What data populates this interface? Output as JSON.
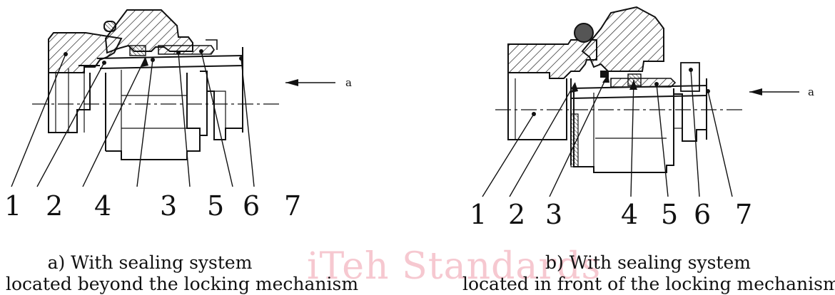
{
  "watermark": "iTeh Standards",
  "figures": [
    {
      "caption_line1": "a)  With sealing system",
      "caption_line2": "located beyond the locking mechanism",
      "arrow_label": "a",
      "callouts": [
        "1",
        "2",
        "4",
        "3",
        "5",
        "6",
        "7"
      ]
    },
    {
      "caption_line1": "b)  With sealing system",
      "caption_line2": "located in front of the locking mechanism",
      "arrow_label": "a",
      "callouts": [
        "1",
        "2",
        "3",
        "4",
        "5",
        "6",
        "7"
      ]
    }
  ]
}
